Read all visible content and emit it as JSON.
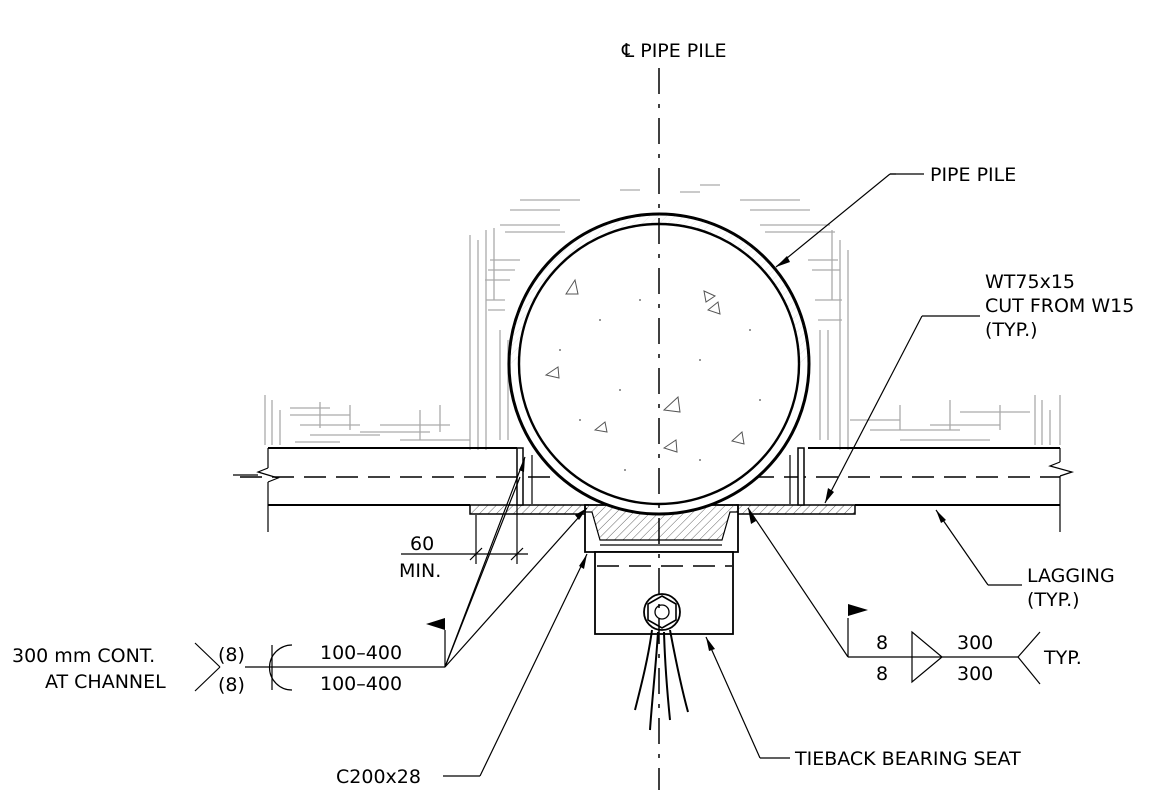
{
  "labels": {
    "centerline": "℄ PIPE PILE",
    "pipe_pile": "PIPE PILE",
    "wt_line1": "WT75x15",
    "wt_line2": "CUT FROM W15",
    "wt_line3": "(TYP.)",
    "lagging_line1": "LAGGING",
    "lagging_line2": "(TYP.)",
    "dim_value": "60",
    "dim_min": "MIN.",
    "channel_note_line1": "300 mm CONT.",
    "channel_note_line2": "AT CHANNEL",
    "weld_size_top": "(8)",
    "weld_size_bottom": "(8)",
    "weld_pitch_top": "100–400",
    "weld_pitch_bottom": "100–400",
    "right_weld_size_top": "8",
    "right_weld_size_bottom": "8",
    "right_weld_len_top": "300",
    "right_weld_len_bottom": "300",
    "right_weld_typ": "TYP.",
    "channel": "C200x28",
    "tieback": "TIEBACK BEARING SEAT"
  },
  "colors": {
    "line": "#000000",
    "soil_hatch": "#aaaaaa",
    "steel_hatch": "#666666"
  }
}
